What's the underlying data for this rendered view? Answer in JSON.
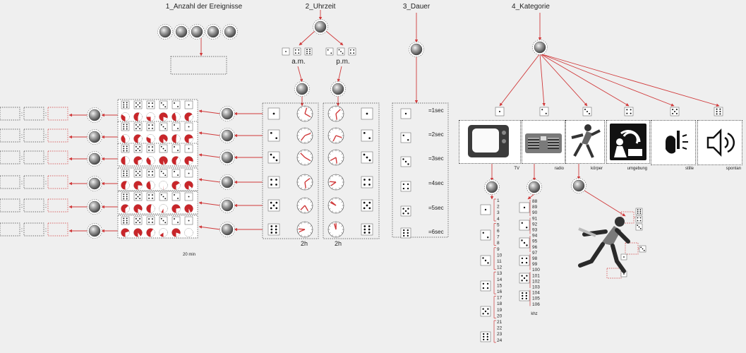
{
  "columns": {
    "c1": "1_Anzahl der Ereignisse",
    "c2": "2_Uhrzeit",
    "c3": "3_Dauer",
    "c4": "4_Kategorie"
  },
  "uhrzeit": {
    "am": "a.m.",
    "pm": "p.m.",
    "hours_left": "2h",
    "hours_right": "2h"
  },
  "anzahl": {
    "footer": "20 min"
  },
  "dauer": {
    "labels": [
      "=1sec",
      "=2sec",
      "=3sec",
      "=4sec",
      "=5sec",
      "=6sec"
    ]
  },
  "kategorie": {
    "labels": [
      "TV",
      "radio",
      "körper",
      "umgebung",
      "stille",
      "spontan"
    ],
    "tv_numbers": [
      "1",
      "2",
      "3",
      "4",
      "5",
      "6",
      "7",
      "8",
      "9",
      "10",
      "11",
      "12",
      "13",
      "14",
      "15",
      "16",
      "17",
      "18",
      "19",
      "20",
      "21",
      "22",
      "23",
      "24"
    ],
    "radio_numbers": [
      "88",
      "89",
      "90",
      "91",
      "92",
      "93",
      "94",
      "95",
      "96",
      "97",
      "98",
      "99",
      "100",
      "101",
      "102",
      "103",
      "104",
      "105",
      "106"
    ],
    "radio_unit": "khz"
  }
}
